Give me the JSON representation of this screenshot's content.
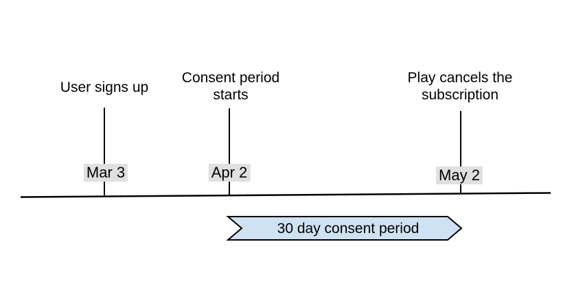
{
  "events": [
    {
      "title": "User signs up",
      "date": "Mar 3"
    },
    {
      "title": "Consent period starts",
      "date": "Apr 2"
    },
    {
      "title": "Play cancels the subscription",
      "date": "May 2"
    }
  ],
  "banner": {
    "label": "30 day consent period",
    "fill": "#cfe2f3",
    "border": "#000000"
  },
  "colors": {
    "background": "#ffffff",
    "timeline_line": "#000000",
    "stem_line": "#000000",
    "date_label_bg": "#e0e0e0",
    "text": "#000000"
  }
}
